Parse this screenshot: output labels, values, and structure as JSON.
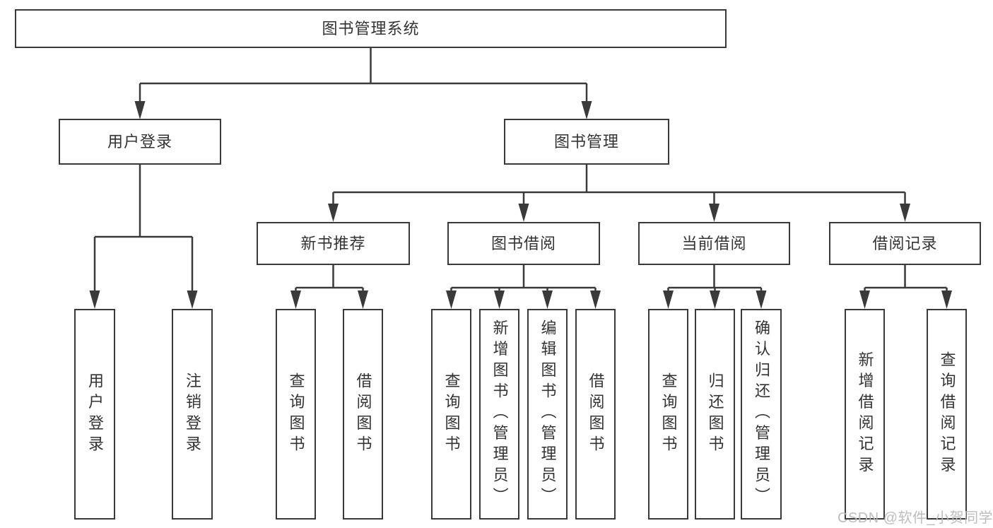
{
  "hierarchy": {
    "label": "图书管理系统",
    "children": [
      {
        "label": "用户登录",
        "children": [
          {
            "label": "用户登录"
          },
          {
            "label": "注销登录"
          }
        ]
      },
      {
        "label": "图书管理",
        "children": [
          {
            "label": "新书推荐",
            "children": [
              {
                "label": "查询图书"
              },
              {
                "label": "借阅图书"
              }
            ]
          },
          {
            "label": "图书借阅",
            "children": [
              {
                "label": "查询图书"
              },
              {
                "label": "新增图书（管理员）"
              },
              {
                "label": "编辑图书（管理员）"
              },
              {
                "label": "借阅图书"
              }
            ]
          },
          {
            "label": "当前借阅",
            "children": [
              {
                "label": "查询图书"
              },
              {
                "label": "归还图书"
              },
              {
                "label": "确认归还（管理员）"
              }
            ]
          },
          {
            "label": "借阅记录",
            "children": [
              {
                "label": "新增借阅记录"
              },
              {
                "label": "查询借阅记录"
              }
            ]
          }
        ]
      }
    ]
  },
  "watermark": {
    "text": "CSDN @软件_小贺同学"
  },
  "colors": {
    "line": "#3a3a3a",
    "text": "#333333",
    "background": "#ffffff",
    "watermark": "#b9b9b9"
  }
}
